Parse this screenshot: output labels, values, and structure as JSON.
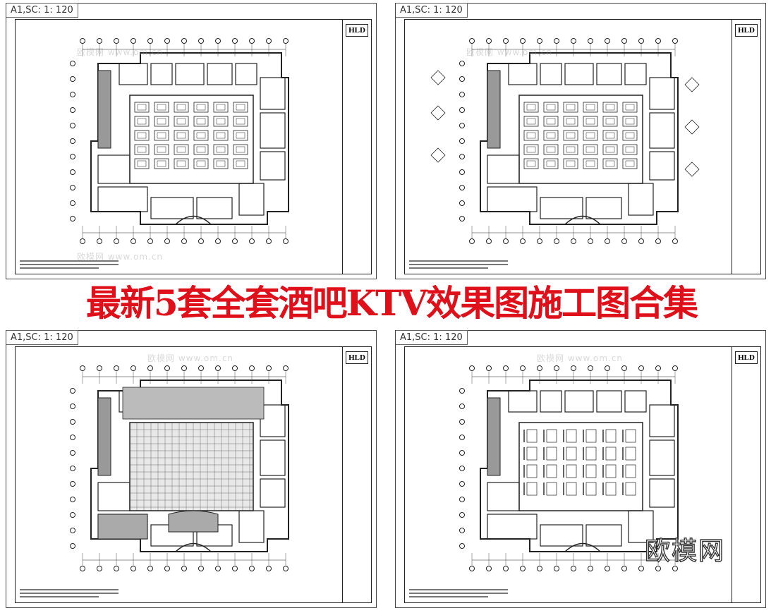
{
  "headline": "最新5套全套酒吧KTV效果图施工图合集",
  "brand_watermark": "欧模网",
  "sheets": [
    {
      "scale_label": "A1,SC: 1: 120",
      "logo": "HLD",
      "variant": "plan"
    },
    {
      "scale_label": "A1,SC: 1: 120",
      "logo": "HLD",
      "variant": "plan-details"
    },
    {
      "scale_label": "A1,SC: 1: 120",
      "logo": "HLD",
      "variant": "ceiling"
    },
    {
      "scale_label": "A1,SC: 1: 120",
      "logo": "HLD",
      "variant": "lighting"
    }
  ],
  "faint_watermark": "欧模网 www.om.cn",
  "colors": {
    "headline": "#e0101a",
    "line": "#222222"
  }
}
